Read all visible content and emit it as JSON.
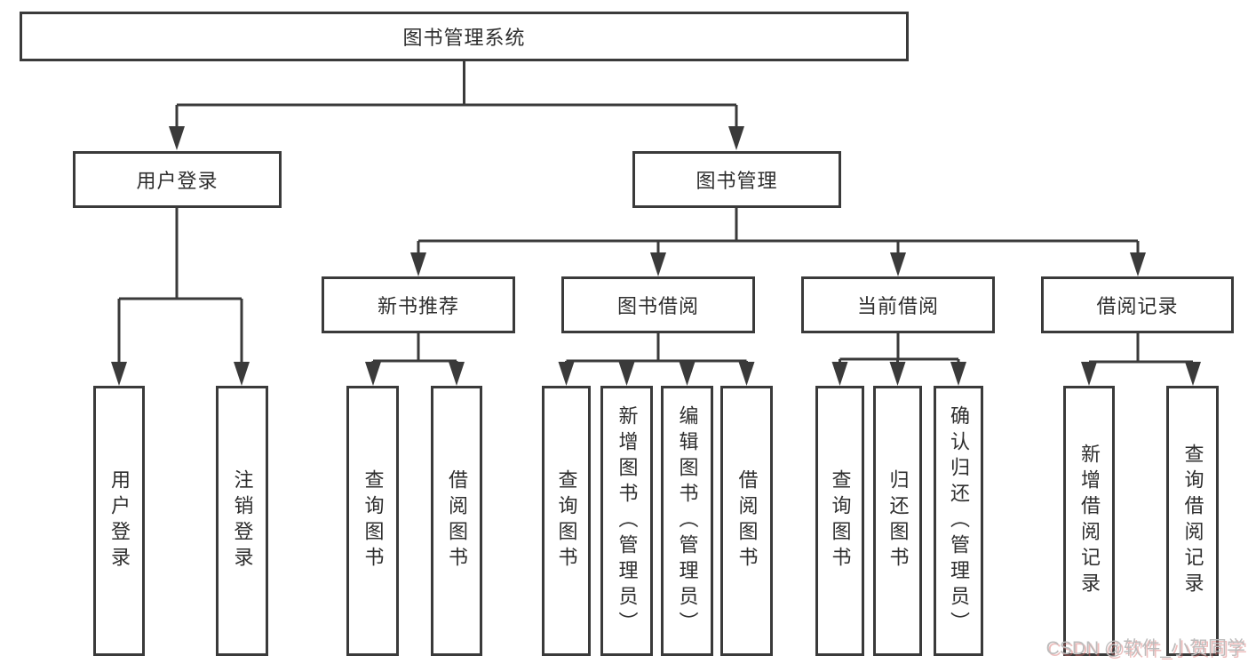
{
  "nodes": {
    "root": {
      "label": "图书管理系统"
    },
    "user_login": {
      "label": "用户登录"
    },
    "book_mgmt": {
      "label": "图书管理"
    },
    "new_book_rec": {
      "label": "新书推荐"
    },
    "book_borrow": {
      "label": "图书借阅"
    },
    "current_borrow": {
      "label": "当前借阅"
    },
    "borrow_records": {
      "label": "借阅记录"
    },
    "leaf_user_login": {
      "label": "用户登录"
    },
    "leaf_logout": {
      "label": "注销登录"
    },
    "leaf_nbr_query_books": {
      "label": "查询图书"
    },
    "leaf_nbr_borrow_books": {
      "label": "借阅图书"
    },
    "leaf_bb_query_books": {
      "label": "查询图书"
    },
    "leaf_bb_add_books": {
      "label": "新增图书（管理员）"
    },
    "leaf_bb_edit_books": {
      "label": "编辑图书（管理员）"
    },
    "leaf_bb_borrow_books": {
      "label": "借阅图书"
    },
    "leaf_cb_query_books": {
      "label": "查询图书"
    },
    "leaf_cb_return_books": {
      "label": "归还图书"
    },
    "leaf_cb_confirm_return": {
      "label": "确认归还（管理员）"
    },
    "leaf_br_add_record": {
      "label": "新增借阅记录"
    },
    "leaf_br_query_record": {
      "label": "查询借阅记录"
    }
  },
  "watermark": {
    "text": "CSDN @软件_小贺同学"
  },
  "colors": {
    "line": "#3a3a3a",
    "text": "#2e2e2e",
    "background": "#ffffff",
    "watermark": "#bdbcbc",
    "watermark_shadow": "#d86c6a"
  }
}
